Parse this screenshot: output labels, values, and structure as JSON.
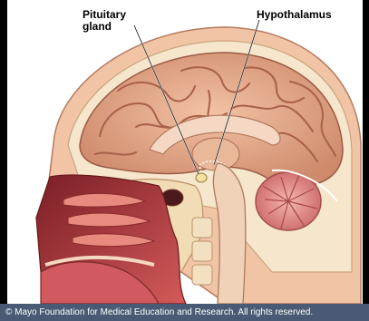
{
  "labels": {
    "pituitary_line1": "Pituitary",
    "pituitary_line2": "gland",
    "hypothalamus": "Hypothalamus"
  },
  "footer": {
    "copyright": "© Mayo Foundation for Medical Education and Research.  All rights reserved."
  },
  "colors": {
    "brain": "#e8a98a",
    "brain_dark": "#b86a52",
    "skin": "#f0c0a0",
    "bone": "#f4e4c8",
    "airway": "#c8404a",
    "cerebellum": "#e89090",
    "brainstem": "#f0d0b8",
    "footer_bg": "#4a5a74"
  }
}
